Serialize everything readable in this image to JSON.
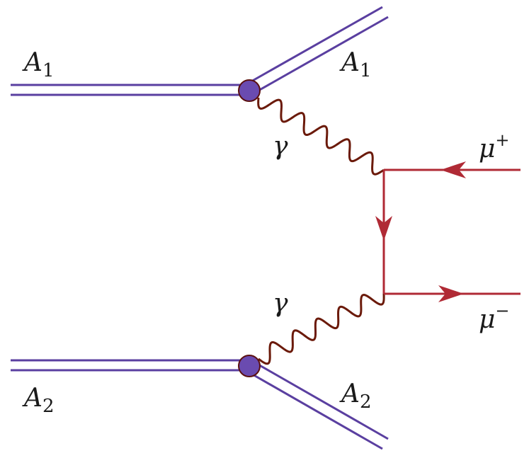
{
  "colors": {
    "nucleus_line": "#5a3fa0",
    "vertex_fill": "#6a4bb0",
    "vertex_stroke": "#5a1010",
    "photon": "#6b1a0a",
    "muon": "#b02a35",
    "text": "#1a1a1a"
  },
  "labels": {
    "in_top": {
      "base": "A",
      "index": "1"
    },
    "out_top": {
      "base": "A",
      "index": "1"
    },
    "in_bottom": {
      "base": "A",
      "index": "2"
    },
    "out_bottom": {
      "base": "A",
      "index": "2"
    },
    "photon_top": "γ",
    "photon_bottom": "γ",
    "muon_plus": {
      "base": "μ",
      "charge": "+"
    },
    "muon_minus": {
      "base": "μ",
      "charge": "−"
    }
  }
}
